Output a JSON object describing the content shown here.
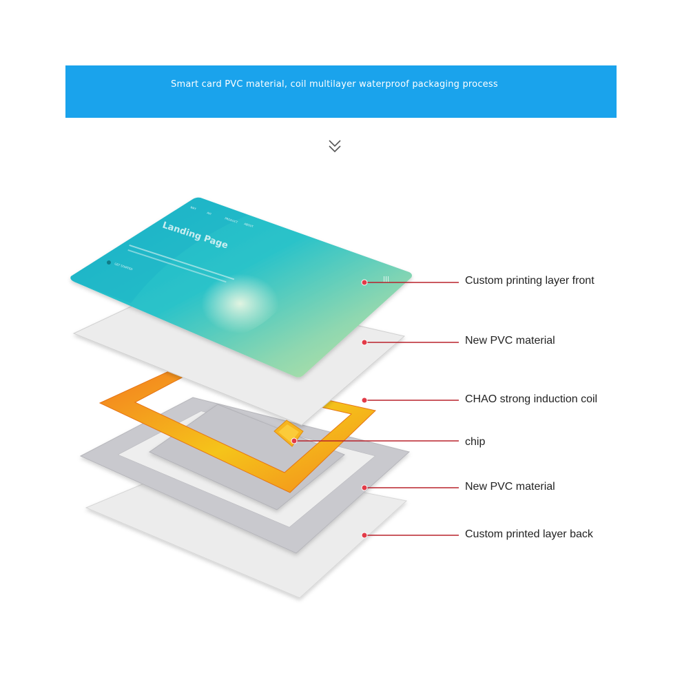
{
  "header": {
    "banner_text": "Smart card PVC material, coil multilayer waterproof packaging process",
    "banner_color": "#1aa3ec"
  },
  "scroll_indicator": {
    "icon": "double-chevron-down-icon"
  },
  "card_front": {
    "heading": "Landing Page",
    "nav_items": [
      "WAY",
      "AVI",
      "PRODUCT",
      "ABOUT"
    ],
    "button_label": "GET STARTED",
    "corner_mark": "|||"
  },
  "layers": [
    {
      "label": "Custom printing layer front"
    },
    {
      "label": "New PVC material"
    },
    {
      "label": "CHAO strong induction coil"
    },
    {
      "label": "chip"
    },
    {
      "label": "New PVC material"
    },
    {
      "label": "Custom printed layer back"
    }
  ],
  "colors": {
    "leader_line": "#b8202a",
    "leader_dot": "#e23b48",
    "coil_orange": "#f7931e",
    "coil_yellow": "#f6c21a",
    "pvc_white": "#ececec",
    "pvc_grey": "#c8c8cd"
  }
}
